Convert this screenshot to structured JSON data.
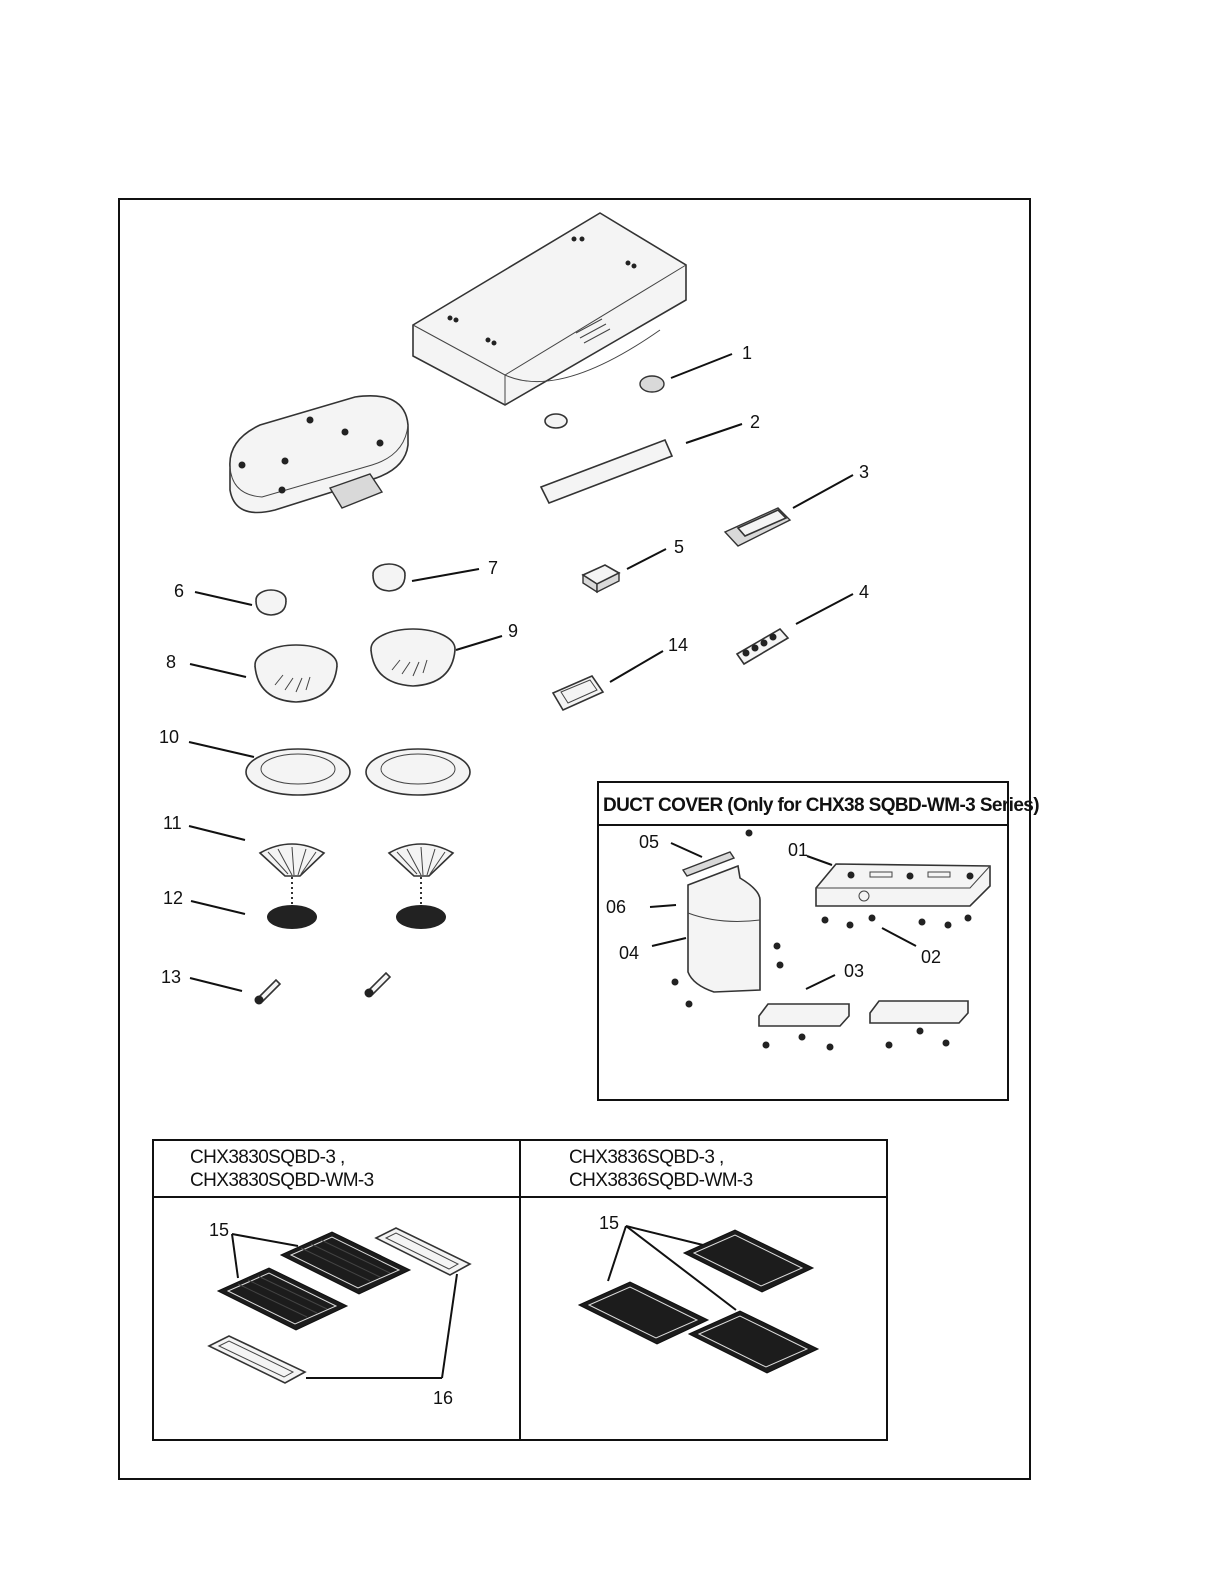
{
  "labels": {
    "p1": "1",
    "p2": "2",
    "p3": "3",
    "p4": "4",
    "p5": "5",
    "p6": "6",
    "p7": "7",
    "p8": "8",
    "p9": "9",
    "p10": "10",
    "p11": "11",
    "p12": "12",
    "p13": "13",
    "p14": "14"
  },
  "duct_cover": {
    "title": "DUCT COVER (Only for CHX38 SQBD-WM-3 Series)",
    "labels": {
      "d01": "01",
      "d02": "02",
      "d03": "03",
      "d04": "04",
      "d05": "05",
      "d06": "06"
    }
  },
  "filter_table": {
    "left": {
      "model_line1": "CHX3830SQBD-3 ,",
      "model_line2": "CHX3830SQBD-WM-3",
      "label_15": "15",
      "label_16": "16"
    },
    "right": {
      "model_line1": "CHX3836SQBD-3 ,",
      "model_line2": "CHX3836SQBD-WM-3",
      "label_15": "15"
    }
  }
}
